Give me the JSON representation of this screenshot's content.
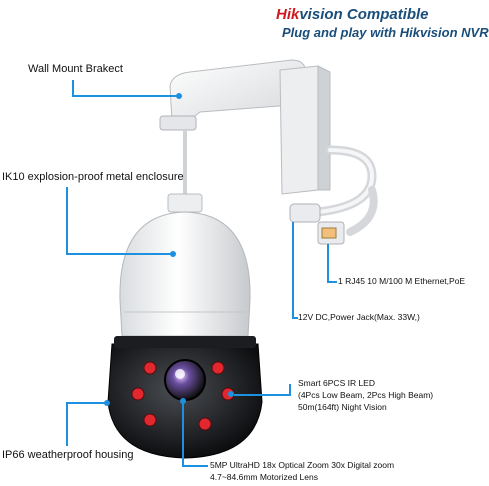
{
  "header": {
    "brand": "Hik",
    "title_rest": "vision Compatible",
    "subtitle": "Plug and play with Hikvision NVR"
  },
  "callouts": {
    "wall_mount": "Wall Mount Brakect",
    "enclosure": "IK10 explosion-proof metal enclosure",
    "housing": "IP66 weatherproof housing",
    "ethernet": "1 RJ45 10 M/100 M Ethernet,PoE",
    "power": "12V DC,Power Jack(Max. 33W,)",
    "ir_line1": "Smart 6PCS IR LED",
    "ir_line2": "(4Pcs Low Beam, 2Pcs High Beam)",
    "ir_line3": "50m(164ft) Night Vision",
    "lens_line1": "5MP UltraHD 18x Optical Zoom 30x Digital zoom",
    "lens_line2": "4.7~84.6mm Motorized Lens"
  },
  "colors": {
    "brand_red": "#d0191f",
    "title_blue": "#1a4e7a",
    "callout_blue": "#1e90e0"
  }
}
